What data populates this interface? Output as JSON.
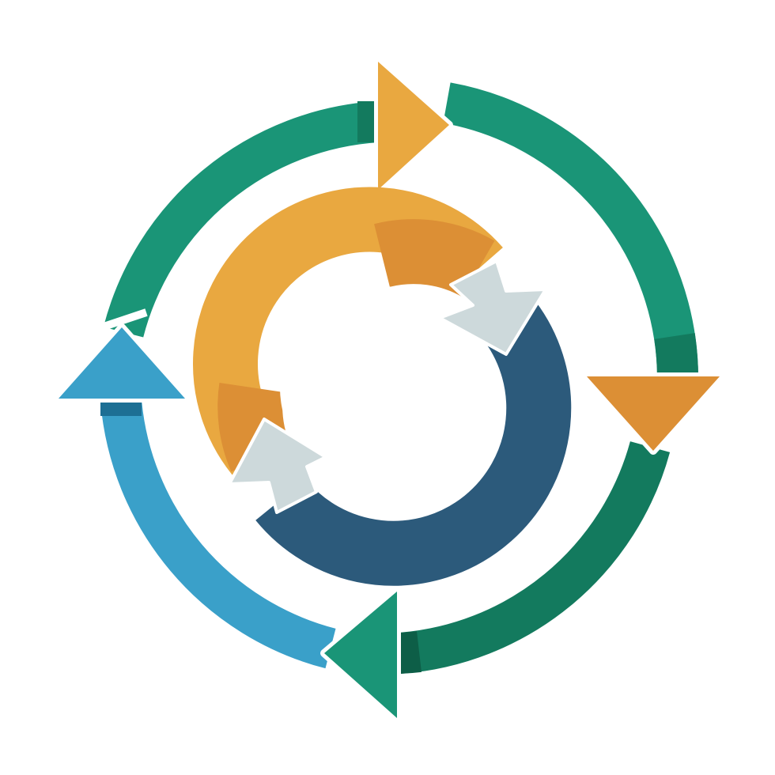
{
  "colors": {
    "background": "#ffffff",
    "green": "#1a9577",
    "green_dark": "#137a5e",
    "green_shade": "#0d5e47",
    "orange": "#e9a840",
    "orange_dark": "#dc8f35",
    "navy": "#2c5a7b",
    "blue": "#3aa0c9",
    "blue_shade": "#1d6f94",
    "light_gray": "#cdd9db",
    "gap": "#ffffff"
  },
  "outer_cycle": {
    "arrow_count": 4,
    "arrowheads": [
      {
        "name": "arrowhead-top",
        "color": "orange",
        "direction": "right"
      },
      {
        "name": "arrowhead-right",
        "color": "orange_dark",
        "direction": "down"
      },
      {
        "name": "arrowhead-bottom",
        "color": "green",
        "direction": "left"
      },
      {
        "name": "arrowhead-left",
        "color": "blue",
        "direction": "up"
      }
    ]
  },
  "inner_cycle": {
    "segments": [
      {
        "name": "inner-orange-segment",
        "color": "orange"
      },
      {
        "name": "inner-navy-segment",
        "color": "navy"
      }
    ],
    "arrowheads": [
      {
        "name": "inner-arrow-upper-right",
        "color": "light_gray"
      },
      {
        "name": "inner-arrow-lower-left",
        "color": "light_gray"
      }
    ]
  }
}
